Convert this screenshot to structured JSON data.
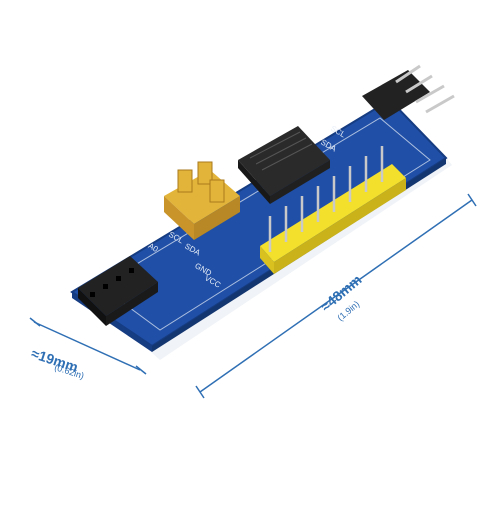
{
  "photo": {
    "subject": "blue-pcb-io-expander-module",
    "colors": {
      "background": "#ffffff",
      "pcb": "#1f4fa6",
      "pcb_edge": "#163c82",
      "silkscreen": "#e8eef8",
      "jumper": "#e2b43a",
      "header": "#f3e02d",
      "connector": "#222222",
      "chip": "#2a2a2a",
      "pin": "#c9c9c9",
      "dimension": "#2f6fb4"
    }
  },
  "board_labels": {
    "sda": "SDA",
    "scl": "SCL",
    "a0": "A0",
    "gnd": "GND",
    "vcc": "VCC",
    "scl_right": "SCL",
    "sda_right": "SDA"
  },
  "dimensions": {
    "width_main": "≈19mm",
    "width_sub": "(0.62in)",
    "length_main": "≈48mm",
    "length_sub": "(1.9in)"
  }
}
